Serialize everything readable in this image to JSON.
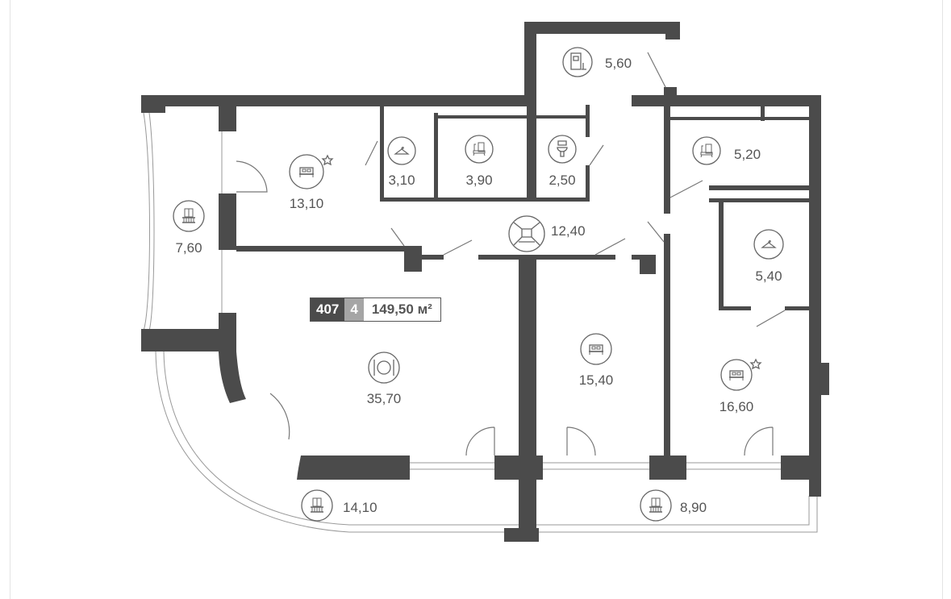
{
  "apartment": {
    "number": "407",
    "rooms": "4",
    "total_area": "149,50 м²"
  },
  "rooms": {
    "bedroom_master_left": {
      "area": "13,10",
      "icon": "bed-star-icon"
    },
    "wardrobe_small": {
      "area": "3,10",
      "icon": "hanger-icon"
    },
    "bathroom_left": {
      "area": "3,90",
      "icon": "bathtub-icon"
    },
    "toilet": {
      "area": "2,50",
      "icon": "toilet-icon"
    },
    "entrance_hall": {
      "area": "5,60",
      "icon": "door-icon"
    },
    "bathroom_right": {
      "area": "5,20",
      "icon": "bathtub-icon"
    },
    "balcony_left": {
      "area": "7,60",
      "icon": "balcony-icon"
    },
    "corridor": {
      "area": "12,40",
      "icon": "hall-icon"
    },
    "wardrobe_right": {
      "area": "5,40",
      "icon": "hanger-icon"
    },
    "kitchen_living": {
      "area": "35,70",
      "icon": "plate-icon"
    },
    "bedroom_middle": {
      "area": "15,40",
      "icon": "bed-icon"
    },
    "bedroom_master_right": {
      "area": "16,60",
      "icon": "bed-star-icon"
    },
    "terrace_left": {
      "area": "14,10",
      "icon": "balcony-icon"
    },
    "terrace_right": {
      "area": "8,90",
      "icon": "balcony-icon"
    }
  },
  "colors": {
    "wall": "#4b4b4b",
    "badge_dark": "#4b4b4b",
    "badge_mid": "#a5a5a5"
  }
}
